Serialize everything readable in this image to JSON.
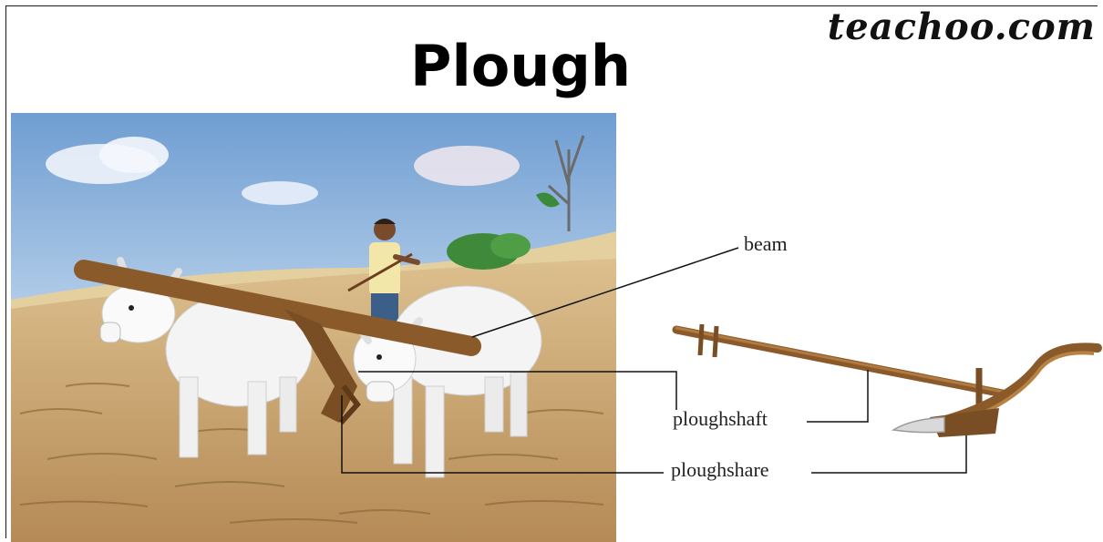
{
  "brand": {
    "text": "teachoo.com"
  },
  "title": "Plough",
  "labels": {
    "beam": "beam",
    "ploughshaft": "ploughshaft",
    "ploughshare": "ploughshare"
  },
  "colors": {
    "sky": "#8cb3dc",
    "soil": "#c9a574",
    "wood": "#8a5a2b",
    "share": "#d9d9d9"
  }
}
